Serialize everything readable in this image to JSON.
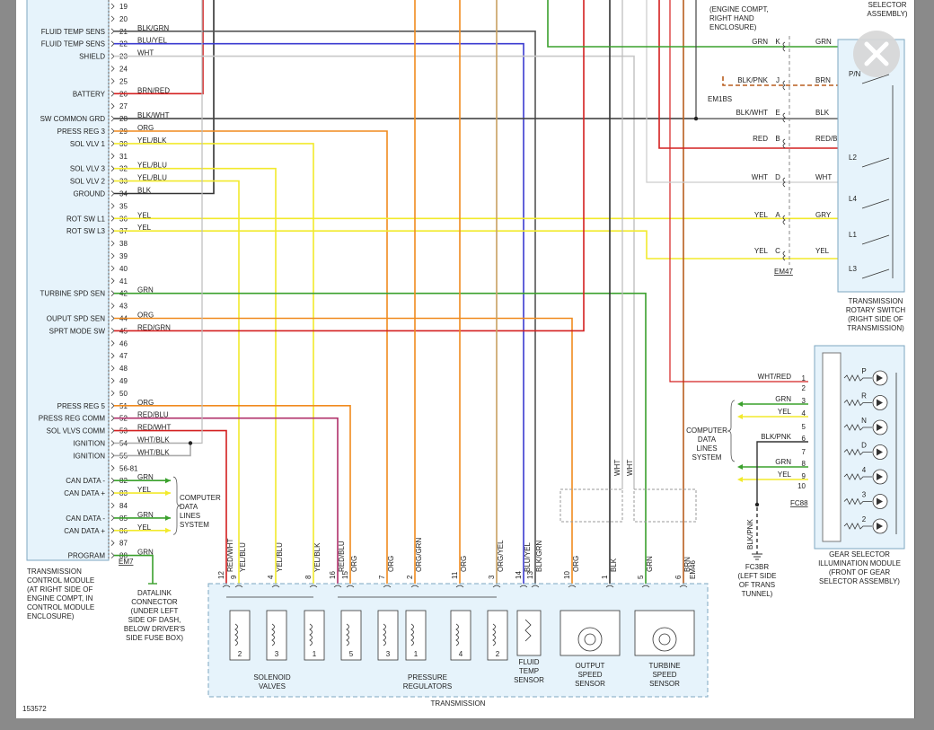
{
  "figure_id": "153572",
  "tcm": {
    "caption": [
      "TRANSMISSION",
      "CONTROL MODULE",
      "(AT RIGHT SIDE OF",
      "ENGINE COMPT, IN",
      "CONTROL MODULE",
      "ENCLOSURE)"
    ],
    "pin_numbers": [
      "19",
      "20",
      "21",
      "22",
      "23",
      "24",
      "25",
      "26",
      "27",
      "28",
      "29",
      "30",
      "31",
      "32",
      "33",
      "34",
      "35",
      "36",
      "37",
      "38",
      "39",
      "40",
      "41",
      "42",
      "43",
      "44",
      "45",
      "46",
      "47",
      "48",
      "49",
      "50",
      "51",
      "52",
      "53",
      "54",
      "55",
      "56-81",
      "82",
      "83",
      "84",
      "85",
      "86",
      "87",
      "88"
    ],
    "circuit_labels": [
      {
        "pin": "21",
        "label": "FLUID TEMP SENS",
        "wire": "BLK/GRN"
      },
      {
        "pin": "22",
        "label": "FLUID TEMP SENS",
        "wire": "BLU/YEL"
      },
      {
        "pin": "23",
        "label": "SHIELD",
        "wire": "WHT"
      },
      {
        "pin": "26",
        "label": "BATTERY",
        "wire": "BRN/RED"
      },
      {
        "pin": "28",
        "label": "SW COMMON GRD",
        "wire": "BLK/WHT"
      },
      {
        "pin": "29",
        "label": "PRESS REG 3",
        "wire": "ORG"
      },
      {
        "pin": "30",
        "label": "SOL VLV 1",
        "wire": "YEL/BLK"
      },
      {
        "pin": "32",
        "label": "SOL VLV 3",
        "wire": "YEL/BLU"
      },
      {
        "pin": "33",
        "label": "SOL VLV 2",
        "wire": "YEL/BLU"
      },
      {
        "pin": "34",
        "label": "GROUND",
        "wire": "BLK"
      },
      {
        "pin": "36",
        "label": "ROT SW L1",
        "wire": "YEL"
      },
      {
        "pin": "37",
        "label": "ROT SW L3",
        "wire": "YEL"
      },
      {
        "pin": "42",
        "label": "TURBINE SPD SEN",
        "wire": "GRN"
      },
      {
        "pin": "44",
        "label": "OUPUT SPD SEN",
        "wire": "ORG"
      },
      {
        "pin": "45",
        "label": "SPRT MODE SW",
        "wire": "RED/GRN"
      },
      {
        "pin": "51",
        "label": "PRESS REG 5",
        "wire": "ORG"
      },
      {
        "pin": "52",
        "label": "PRESS REG COMM",
        "wire": "RED/BLU"
      },
      {
        "pin": "53",
        "label": "SOL VLVS COMM",
        "wire": "RED/WHT"
      },
      {
        "pin": "54",
        "label": "IGNITION",
        "wire": "WHT/BLK"
      },
      {
        "pin": "55",
        "label": "IGNITION",
        "wire": "WHT/BLK"
      },
      {
        "pin": "82",
        "label": "CAN DATA -",
        "wire": "GRN"
      },
      {
        "pin": "83",
        "label": "CAN DATA +",
        "wire": "YEL"
      },
      {
        "pin": "85",
        "label": "CAN DATA -",
        "wire": "GRN"
      },
      {
        "pin": "86",
        "label": "CAN DATA +",
        "wire": "YEL"
      },
      {
        "pin": "88",
        "label": "PROGRAM",
        "wire": "GRN"
      }
    ],
    "connector": "EM7"
  },
  "datalink": [
    "DATALINK",
    "CONNECTOR",
    "(UNDER LEFT",
    "SIDE OF DASH,",
    "BELOW DRIVER'S",
    "SIDE FUSE BOX)"
  ],
  "cdl_system": [
    "COMPUTER",
    "DATA",
    "LINES",
    "SYSTEM"
  ],
  "top_right_caption": [
    "(ENGINE COMPT,",
    "RIGHT HAND",
    "ENCLOSURE)"
  ],
  "top_far_right_caption": [
    "SELECTOR",
    "ASSEMBLY)"
  ],
  "em47": {
    "name": "EM47",
    "pins": [
      {
        "pin": "K",
        "wire_left": "GRN",
        "wire_right": "GRN"
      },
      {
        "pin": "J",
        "wire_left": "BLK/PNK",
        "wire_right": "BRN"
      },
      {
        "pin": "E",
        "wire_left": "BLK/WHT",
        "wire_right": "BLK"
      },
      {
        "pin": "B",
        "wire_left": "RED",
        "wire_right": "RED/BLK"
      },
      {
        "pin": "D",
        "wire_left": "WHT",
        "wire_right": "WHT"
      },
      {
        "pin": "A",
        "wire_left": "YEL",
        "wire_right": "GRY"
      },
      {
        "pin": "C",
        "wire_left": "YEL",
        "wire_right": "YEL"
      }
    ]
  },
  "em1bs": "EM1BS",
  "rotary_switch": {
    "caption": [
      "TRANSMISSION",
      "ROTARY SWITCH",
      "(RIGHT SIDE OF",
      "TRANSMISSION)"
    ],
    "contacts": [
      "P/N",
      "L2",
      "L4",
      "L1",
      "L3"
    ]
  },
  "gear_selector": {
    "caption": [
      "GEAR SELECTOR",
      "ILLUMINATION MODULE",
      "(FRONT OF GEAR",
      "SELECTOR ASSEMBLY)"
    ],
    "pins": [
      {
        "pin": "1",
        "wire": "WHT/RED"
      },
      {
        "pin": "2",
        "wire": ""
      },
      {
        "pin": "3",
        "wire": "GRN"
      },
      {
        "pin": "4",
        "wire": "YEL"
      },
      {
        "pin": "6",
        "wire": "BLK/PNK"
      },
      {
        "pin": "8",
        "wire": "GRN"
      },
      {
        "pin": "9",
        "wire": "YEL"
      },
      {
        "pin": "10",
        "wire": ""
      }
    ],
    "pin_5": "5",
    "pin_7": "7",
    "leds": [
      "P",
      "R",
      "N",
      "D",
      "4",
      "3",
      "2"
    ],
    "connector": "FC88"
  },
  "ground": {
    "name": "FC3BR",
    "caption": [
      "(LEFT SIDE",
      "OF TRANS",
      "TUNNEL)"
    ],
    "wire": "BLK/PNK"
  },
  "transmission": {
    "caption": "TRANSMISSION",
    "connector": "EM46",
    "pins": [
      {
        "pin": "12",
        "wire": "RED/WHT"
      },
      {
        "pin": "9",
        "wire": "YEL/BLU"
      },
      {
        "pin": "4",
        "wire": "YEL/BLU"
      },
      {
        "pin": "8",
        "wire": "YEL/BLK"
      },
      {
        "pin": "16",
        "wire": "RED/BLU"
      },
      {
        "pin": "15",
        "wire": "ORG"
      },
      {
        "pin": "7",
        "wire": "ORG"
      },
      {
        "pin": "2",
        "wire": "ORG/GRN"
      },
      {
        "pin": "11",
        "wire": "ORG"
      },
      {
        "pin": "3",
        "wire": "ORG/YEL"
      },
      {
        "pin": "14",
        "wire": "BLU/YEL"
      },
      {
        "pin": "13",
        "wire": "BLK/GRN"
      },
      {
        "pin": "10",
        "wire": "ORG"
      },
      {
        "pin": "1",
        "wire": "BLK"
      },
      {
        "pin": "5",
        "wire": "GRN"
      },
      {
        "pin": "6",
        "wire": "BRN"
      }
    ],
    "solenoids": [
      "2",
      "3",
      "1"
    ],
    "regulators": [
      "5",
      "3",
      "1",
      "4",
      "2"
    ],
    "solenoid_label": [
      "SOLENOID",
      "VALVES"
    ],
    "regulator_label": [
      "PRESSURE",
      "REGULATORS"
    ],
    "fluid_temp_label": [
      "FLUID",
      "TEMP",
      "SENSOR"
    ],
    "output_speed_label": [
      "OUTPUT",
      "SPEED",
      "SENSOR"
    ],
    "turbine_speed_label": [
      "TURBINE",
      "SPEED",
      "SENSOR"
    ]
  },
  "wht_labels": [
    "WHT",
    "WHT"
  ],
  "colors": {
    "red": "#d42020",
    "orange": "#f08a1e",
    "yellow": "#f2ea2c",
    "green": "#3aa02c",
    "blue": "#3b3bd0",
    "black": "#333333",
    "brown": "#b85d1e",
    "white_wire": "#c8c8c8",
    "pink": "#b0306a",
    "box_fill": "#e6f3fb",
    "box_stroke": "#7da7c2",
    "tan": "#c8a060"
  }
}
